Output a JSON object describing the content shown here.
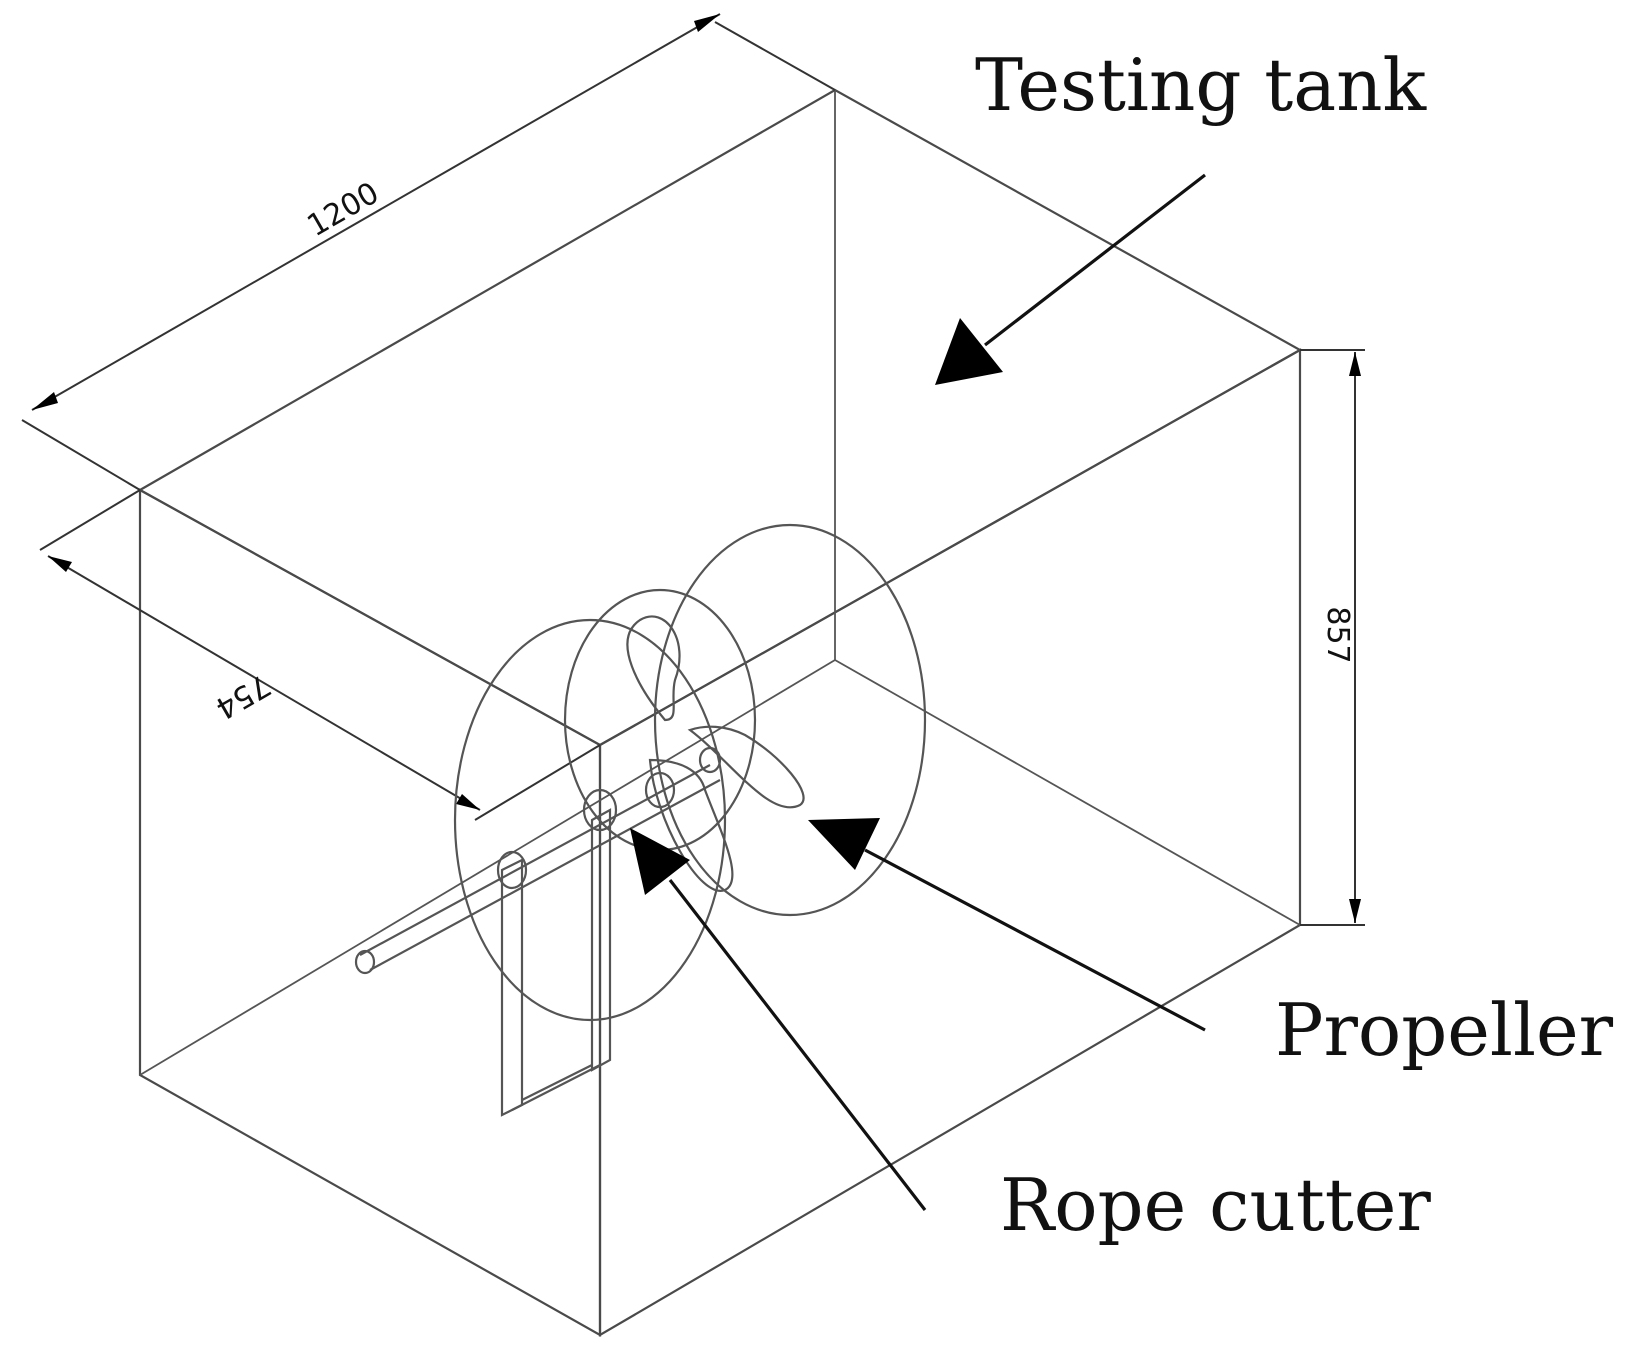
{
  "labels": {
    "testing_tank": "Testing tank",
    "propeller": "Propeller",
    "rope_cutter": "Rope cutter"
  },
  "dimensions": {
    "length": "1200",
    "width": "754",
    "height": "857"
  }
}
